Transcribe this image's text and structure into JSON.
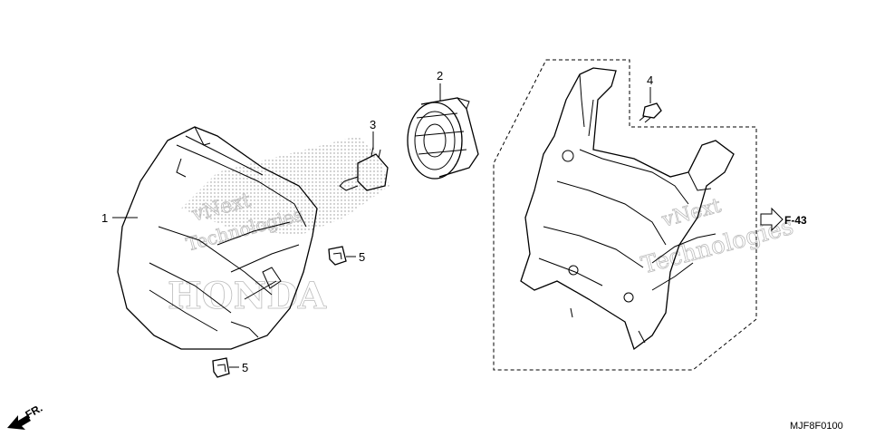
{
  "callouts": [
    {
      "id": "1",
      "label": "1"
    },
    {
      "id": "2",
      "label": "2"
    },
    {
      "id": "3",
      "label": "3"
    },
    {
      "id": "4",
      "label": "4"
    },
    {
      "id": "5a",
      "label": "5"
    },
    {
      "id": "5b",
      "label": "5"
    }
  ],
  "reference": {
    "label": "F-43"
  },
  "direction": {
    "label": "FR."
  },
  "diagram_code": "MJF8F0100",
  "watermarks": {
    "left": [
      "vNext",
      "Technologies"
    ],
    "right": [
      "vNext",
      "Technologies"
    ],
    "brand": "HONDA"
  },
  "icons": [
    "front-direction-arrow-icon",
    "reference-arrow-icon"
  ]
}
